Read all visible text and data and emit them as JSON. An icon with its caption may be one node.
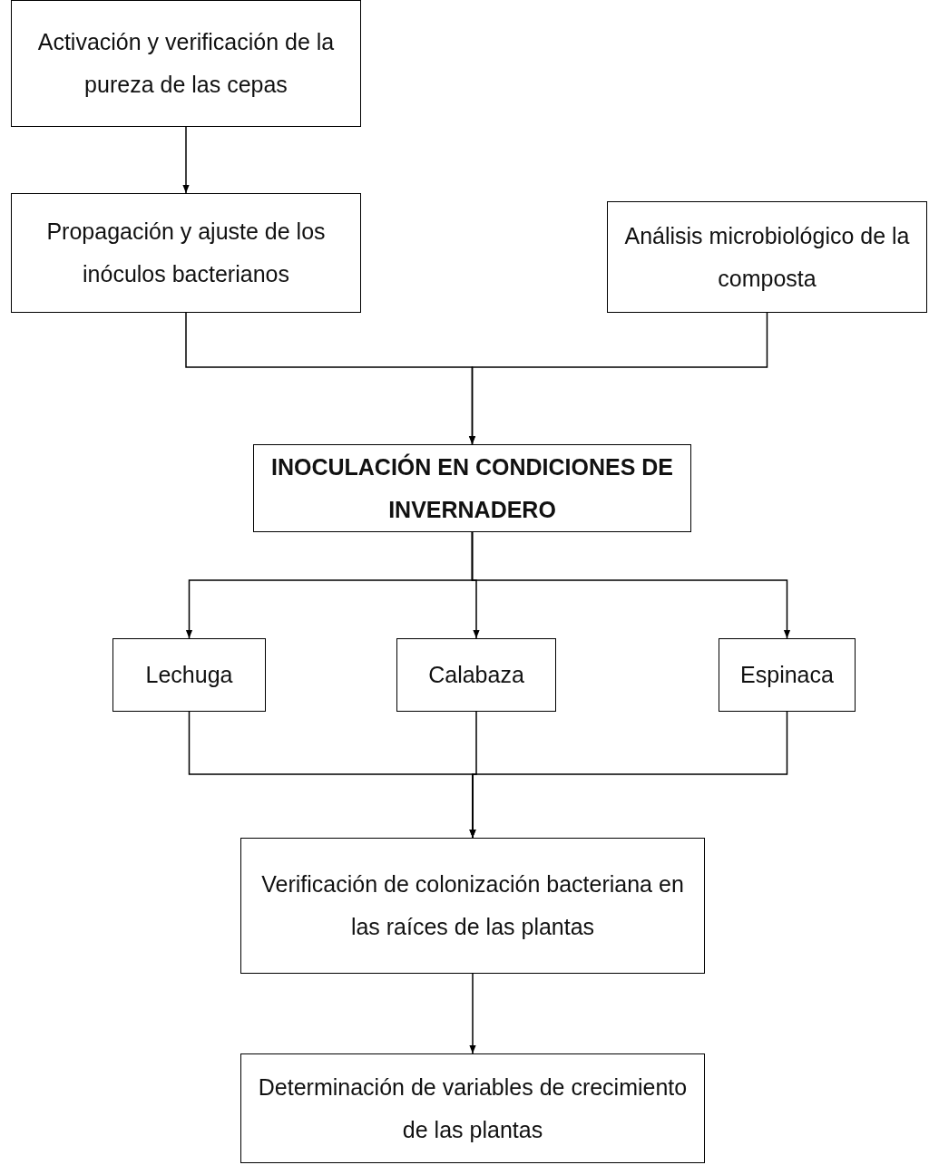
{
  "diagram": {
    "nodes": [
      {
        "text": [
          "Activación y verificación de la pureza de las cepas"
        ]
      },
      {
        "text": [
          "Propagación y ajuste de los inóculos bacterianos"
        ]
      },
      {
        "text": [
          "Análisis microbiológico de la composta"
        ]
      },
      {
        "text": [
          "INOCULACIÓN EN CONDICIONES DE INVERNADERO"
        ]
      },
      {
        "text": [
          "Lechuga"
        ]
      },
      {
        "text": [
          "Calabaza"
        ]
      },
      {
        "text": [
          "Espinaca"
        ]
      },
      {
        "text": [
          "Verificación de colonización bacteriana en las raíces de las plantas"
        ]
      },
      {
        "text": [
          "Determinación de variables de crecimiento de las plantas"
        ]
      }
    ],
    "edges": [
      {
        "from": 0,
        "to": 1,
        "arrow": "to"
      },
      {
        "from": 1,
        "to": 3,
        "arrow": "to"
      },
      {
        "from": 2,
        "to": 3,
        "arrow": "to"
      },
      {
        "from": 3,
        "to": 4,
        "arrow": "to"
      },
      {
        "from": 3,
        "to": 5,
        "arrow": "to"
      },
      {
        "from": 3,
        "to": 6,
        "arrow": "to"
      },
      {
        "from": 4,
        "to": 7,
        "arrow": "to"
      },
      {
        "from": 5,
        "to": 7,
        "arrow": "to"
      },
      {
        "from": 6,
        "to": 7,
        "arrow": "to"
      },
      {
        "from": 7,
        "to": 8,
        "arrow": "to"
      }
    ]
  }
}
